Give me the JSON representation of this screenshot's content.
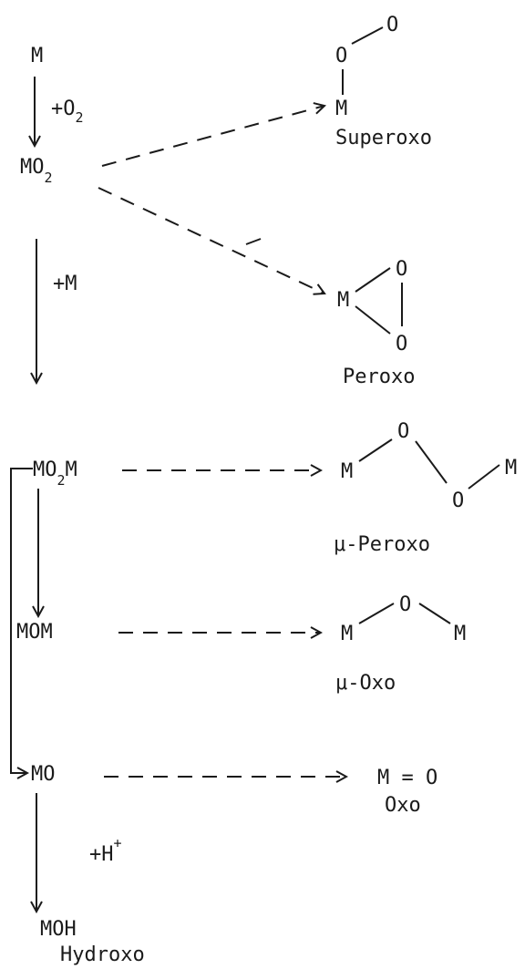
{
  "diagram": {
    "reaction_pathway": {
      "start": "M",
      "step1_reagent": "+O",
      "step1_reagent_sub": "2",
      "intermediate1": "MO",
      "intermediate1_sub": "2",
      "step2_reagent": "+M",
      "intermediate2_pre": "MO",
      "intermediate2_sub": "2",
      "intermediate2_post": "M",
      "intermediate3": "MOM",
      "intermediate4": "MO",
      "step_final_reagent": "+H",
      "step_final_reagent_sup": "+",
      "product": "MOH",
      "product_name": "Hydroxo"
    },
    "structures": {
      "superoxo": {
        "atoms": [
          "O",
          "O",
          "M"
        ],
        "label": "Superoxo"
      },
      "peroxo": {
        "atoms": [
          "M",
          "O",
          "O"
        ],
        "label": "Peroxo"
      },
      "mu_peroxo": {
        "atoms": [
          "M",
          "O",
          "O",
          "M"
        ],
        "label": "μ-Peroxo"
      },
      "mu_oxo": {
        "atoms": [
          "M",
          "O",
          "M"
        ],
        "label": "μ-Oxo"
      },
      "oxo": {
        "formula": "M = O",
        "label": "Oxo"
      }
    }
  }
}
